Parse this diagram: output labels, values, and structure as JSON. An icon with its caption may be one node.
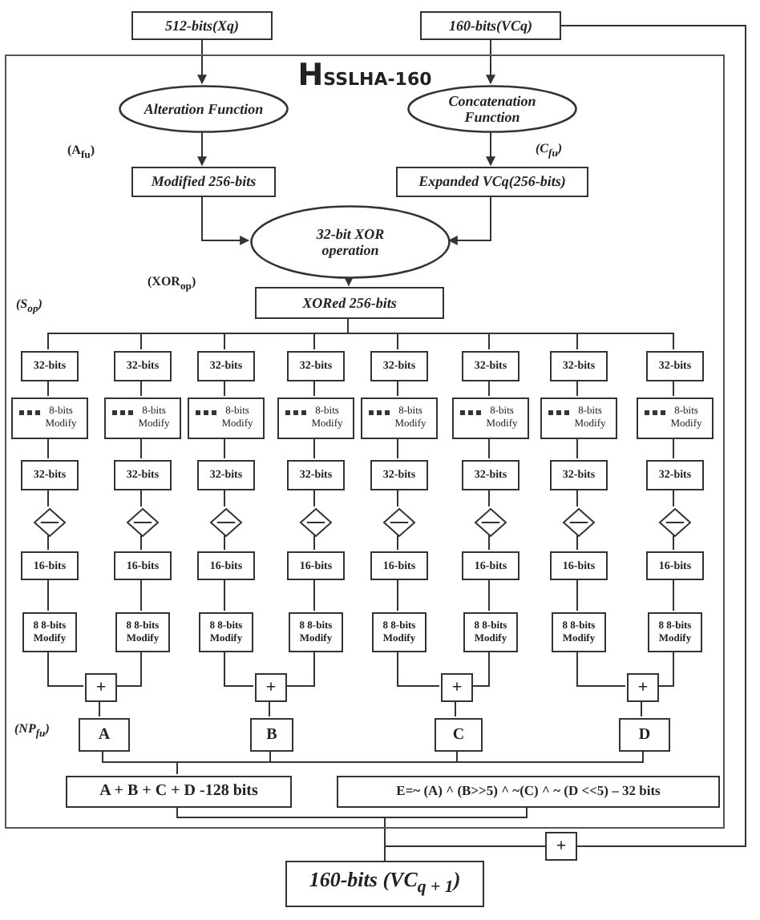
{
  "diagram": {
    "nodes": [
      {
        "text": [
          "512-bits(Xq)"
        ]
      },
      {
        "text": [
          "160-bits(VCq)"
        ]
      },
      {
        "text": [
          "HSSLHA-160"
        ]
      },
      {
        "text": [
          "Alteration Function"
        ],
        "in": 2
      },
      {
        "text": [
          "Concatenation Function"
        ],
        "in": 2
      },
      {
        "text": [
          "Modified 256-bits"
        ],
        "in": 2
      },
      {
        "text": [
          "Expanded VCq(256-bits)"
        ],
        "in": 2
      },
      {
        "text": [
          "32-bit XOR operation"
        ],
        "in": 2
      },
      {
        "text": [
          "XORed 256-bits"
        ],
        "in": 2
      },
      {
        "text": [
          "32-bits"
        ],
        "in": 2
      },
      {
        "text": [
          "32-bits"
        ],
        "in": 2
      },
      {
        "text": [
          "32-bits"
        ],
        "in": 2
      },
      {
        "text": [
          "32-bits"
        ],
        "in": 2
      },
      {
        "text": [
          "32-bits"
        ],
        "in": 2
      },
      {
        "text": [
          "32-bits"
        ],
        "in": 2
      },
      {
        "text": [
          "32-bits"
        ],
        "in": 2
      },
      {
        "text": [
          "32-bits"
        ],
        "in": 2
      },
      {
        "text": [
          "8-bits Modify"
        ],
        "in": 2
      },
      {
        "text": [
          "8-bits Modify"
        ],
        "in": 2
      },
      {
        "text": [
          "8-bits Modify"
        ],
        "in": 2
      },
      {
        "text": [
          "8-bits Modify"
        ],
        "in": 2
      },
      {
        "text": [
          "8-bits Modify"
        ],
        "in": 2
      },
      {
        "text": [
          "8-bits Modify"
        ],
        "in": 2
      },
      {
        "text": [
          "8-bits Modify"
        ],
        "in": 2
      },
      {
        "text": [
          "8-bits Modify"
        ],
        "in": 2
      },
      {
        "text": [
          "32-bits"
        ],
        "in": 2
      },
      {
        "text": [
          "32-bits"
        ],
        "in": 2
      },
      {
        "text": [
          "32-bits"
        ],
        "in": 2
      },
      {
        "text": [
          "32-bits"
        ],
        "in": 2
      },
      {
        "text": [
          "32-bits"
        ],
        "in": 2
      },
      {
        "text": [
          "32-bits"
        ],
        "in": 2
      },
      {
        "text": [
          "32-bits"
        ],
        "in": 2
      },
      {
        "text": [
          "32-bits"
        ],
        "in": 2
      },
      {
        "text": [],
        "shape": "diamond",
        "in": 2
      },
      {
        "text": [],
        "shape": "diamond",
        "in": 2
      },
      {
        "text": [],
        "shape": "diamond",
        "in": 2
      },
      {
        "text": [],
        "shape": "diamond",
        "in": 2
      },
      {
        "text": [],
        "shape": "diamond",
        "in": 2
      },
      {
        "text": [],
        "shape": "diamond",
        "in": 2
      },
      {
        "text": [],
        "shape": "diamond",
        "in": 2
      },
      {
        "text": [],
        "shape": "diamond",
        "in": 2
      },
      {
        "text": [
          "16-bits"
        ],
        "in": 2
      },
      {
        "text": [
          "16-bits"
        ],
        "in": 2
      },
      {
        "text": [
          "16-bits"
        ],
        "in": 2
      },
      {
        "text": [
          "16-bits"
        ],
        "in": 2
      },
      {
        "text": [
          "16-bits"
        ],
        "in": 2
      },
      {
        "text": [
          "16-bits"
        ],
        "in": 2
      },
      {
        "text": [
          "16-bits"
        ],
        "in": 2
      },
      {
        "text": [
          "16-bits"
        ],
        "in": 2
      },
      {
        "text": [
          "8 8-bits Modify"
        ],
        "in": 2
      },
      {
        "text": [
          "8 8-bits Modify"
        ],
        "in": 2
      },
      {
        "text": [
          "8 8-bits Modify"
        ],
        "in": 2
      },
      {
        "text": [
          "8 8-bits Modify"
        ],
        "in": 2
      },
      {
        "text": [
          "8 8-bits Modify"
        ],
        "in": 2
      },
      {
        "text": [
          "8 8-bits Modify"
        ],
        "in": 2
      },
      {
        "text": [
          "8 8-bits Modify"
        ],
        "in": 2
      },
      {
        "text": [
          "8 8-bits Modify"
        ],
        "in": 2
      },
      {
        "text": [
          "+"
        ],
        "in": 2
      },
      {
        "text": [
          "+"
        ],
        "in": 2
      },
      {
        "text": [
          "+"
        ],
        "in": 2
      },
      {
        "text": [
          "+"
        ],
        "in": 2
      },
      {
        "text": [
          "A"
        ],
        "in": 2
      },
      {
        "text": [
          "B"
        ],
        "in": 2
      },
      {
        "text": [
          "C"
        ],
        "in": 2
      },
      {
        "text": [
          "D"
        ],
        "in": 2
      },
      {
        "text": [
          "A + B + C + D -128 bits"
        ],
        "in": 2
      },
      {
        "text": [
          "E=~ (A) ^ (B>>5) ^ ~(C) ^ ~ (D <<5) – 32 bits"
        ],
        "in": 2
      },
      {
        "text": [
          "+"
        ]
      },
      {
        "text": [
          "160-bits (VC$_{q + 1}$)"
        ]
      }
    ],
    "edges": [
      {
        "from": 0,
        "to": 3,
        "arrow": "to"
      },
      {
        "from": 1,
        "to": 4,
        "arrow": "to"
      },
      {
        "from": 3,
        "to": 5,
        "arrow": "to"
      },
      {
        "from": 4,
        "to": 6,
        "arrow": "to"
      },
      {
        "from": 5,
        "to": 7,
        "arrow": "to"
      },
      {
        "from": 6,
        "to": 7,
        "arrow": "to"
      },
      {
        "from": 7,
        "to": 8,
        "arrow": "to"
      },
      {
        "from": 8,
        "to": 9,
        "arrow": "none"
      },
      {
        "from": 8,
        "to": 10,
        "arrow": "none"
      },
      {
        "from": 8,
        "to": 11,
        "arrow": "none"
      },
      {
        "from": 8,
        "to": 12,
        "arrow": "none"
      },
      {
        "from": 8,
        "to": 13,
        "arrow": "none"
      },
      {
        "from": 8,
        "to": 14,
        "arrow": "none"
      },
      {
        "from": 8,
        "to": 15,
        "arrow": "none"
      },
      {
        "from": 8,
        "to": 16,
        "arrow": "none"
      },
      {
        "from": 9,
        "to": 17,
        "arrow": "none"
      },
      {
        "from": 10,
        "to": 18,
        "arrow": "none"
      },
      {
        "from": 11,
        "to": 19,
        "arrow": "none"
      },
      {
        "from": 12,
        "to": 20,
        "arrow": "none"
      },
      {
        "from": 13,
        "to": 21,
        "arrow": "none"
      },
      {
        "from": 14,
        "to": 22,
        "arrow": "none"
      },
      {
        "from": 15,
        "to": 23,
        "arrow": "none"
      },
      {
        "from": 16,
        "to": 24,
        "arrow": "none"
      },
      {
        "from": 17,
        "to": 25,
        "arrow": "none"
      },
      {
        "from": 18,
        "to": 26,
        "arrow": "none"
      },
      {
        "from": 19,
        "to": 27,
        "arrow": "none"
      },
      {
        "from": 20,
        "to": 28,
        "arrow": "none"
      },
      {
        "from": 21,
        "to": 29,
        "arrow": "none"
      },
      {
        "from": 22,
        "to": 30,
        "arrow": "none"
      },
      {
        "from": 23,
        "to": 31,
        "arrow": "none"
      },
      {
        "from": 24,
        "to": 32,
        "arrow": "none"
      },
      {
        "from": 25,
        "to": 33,
        "arrow": "none"
      },
      {
        "from": 26,
        "to": 34,
        "arrow": "none"
      },
      {
        "from": 27,
        "to": 35,
        "arrow": "none"
      },
      {
        "from": 28,
        "to": 36,
        "arrow": "none"
      },
      {
        "from": 29,
        "to": 37,
        "arrow": "none"
      },
      {
        "from": 30,
        "to": 38,
        "arrow": "none"
      },
      {
        "from": 31,
        "to": 39,
        "arrow": "none"
      },
      {
        "from": 32,
        "to": 40,
        "arrow": "none"
      },
      {
        "from": 33,
        "to": 41,
        "arrow": "none"
      },
      {
        "from": 34,
        "to": 42,
        "arrow": "none"
      },
      {
        "from": 35,
        "to": 43,
        "arrow": "none"
      },
      {
        "from": 36,
        "to": 44,
        "arrow": "none"
      },
      {
        "from": 37,
        "to": 45,
        "arrow": "none"
      },
      {
        "from": 38,
        "to": 46,
        "arrow": "none"
      },
      {
        "from": 39,
        "to": 47,
        "arrow": "none"
      },
      {
        "from": 40,
        "to": 48,
        "arrow": "none"
      },
      {
        "from": 41,
        "to": 49,
        "arrow": "none"
      },
      {
        "from": 42,
        "to": 50,
        "arrow": "none"
      },
      {
        "from": 43,
        "to": 51,
        "arrow": "none"
      },
      {
        "from": 44,
        "to": 52,
        "arrow": "none"
      },
      {
        "from": 45,
        "to": 53,
        "arrow": "none"
      },
      {
        "from": 46,
        "to": 54,
        "arrow": "none"
      },
      {
        "from": 47,
        "to": 55,
        "arrow": "none"
      },
      {
        "from": 48,
        "to": 56,
        "arrow": "none"
      },
      {
        "from": 49,
        "to": 57,
        "arrow": "none"
      },
      {
        "from": 50,
        "to": 57,
        "arrow": "none"
      },
      {
        "from": 51,
        "to": 58,
        "arrow": "none"
      },
      {
        "from": 52,
        "to": 58,
        "arrow": "none"
      },
      {
        "from": 53,
        "to": 59,
        "arrow": "none"
      },
      {
        "from": 54,
        "to": 59,
        "arrow": "none"
      },
      {
        "from": 55,
        "to": 60,
        "arrow": "none"
      },
      {
        "from": 56,
        "to": 60,
        "arrow": "none"
      },
      {
        "from": 57,
        "to": 61,
        "arrow": "none"
      },
      {
        "from": 58,
        "to": 62,
        "arrow": "none"
      },
      {
        "from": 59,
        "to": 63,
        "arrow": "none"
      },
      {
        "from": 60,
        "to": 64,
        "arrow": "none"
      },
      {
        "from": 61,
        "to": 65,
        "arrow": "none"
      },
      {
        "from": 62,
        "to": 65,
        "arrow": "none"
      },
      {
        "from": 63,
        "to": 65,
        "arrow": "none"
      },
      {
        "from": 64,
        "to": 65,
        "arrow": "none"
      },
      {
        "from": 65,
        "to": 68,
        "arrow": "none"
      },
      {
        "from": 66,
        "to": 68,
        "arrow": "none"
      },
      {
        "from": 1,
        "to": 67,
        "arrow": "none"
      },
      {
        "from": 67,
        "to": 68,
        "arrow": "none"
      }
    ],
    "labels": [
      "(A$_{fu}$)",
      "(C$_{fu}$)",
      "(XOR$_{op}$)",
      "(S$_{op}$)",
      "(NP$_{fu}$)"
    ]
  }
}
